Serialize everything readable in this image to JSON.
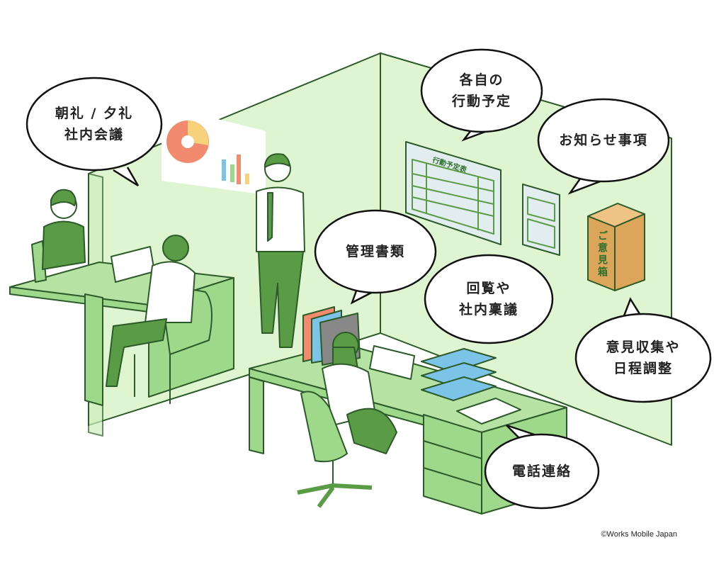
{
  "bubbles": {
    "meeting": [
      "朝礼 / 夕礼",
      "社内会議"
    ],
    "schedule": [
      "各自の",
      "行動予定"
    ],
    "notice": [
      "お知らせ事項"
    ],
    "documents": [
      "管理書類"
    ],
    "circulation": [
      "回覧や",
      "社内稟議"
    ],
    "feedback": [
      "意見収集や",
      "日程調整"
    ],
    "phone": [
      "電話連絡"
    ]
  },
  "whiteboard_title": "行動予定表",
  "suggestion_box_label": "ご意見箱",
  "credit": "©Works Mobile Japan",
  "colors": {
    "wall": "#dff5d2",
    "desk": "#9ed88a",
    "line": "#2c5a29",
    "accent": "#5a9c45",
    "box": "#dba55a"
  }
}
